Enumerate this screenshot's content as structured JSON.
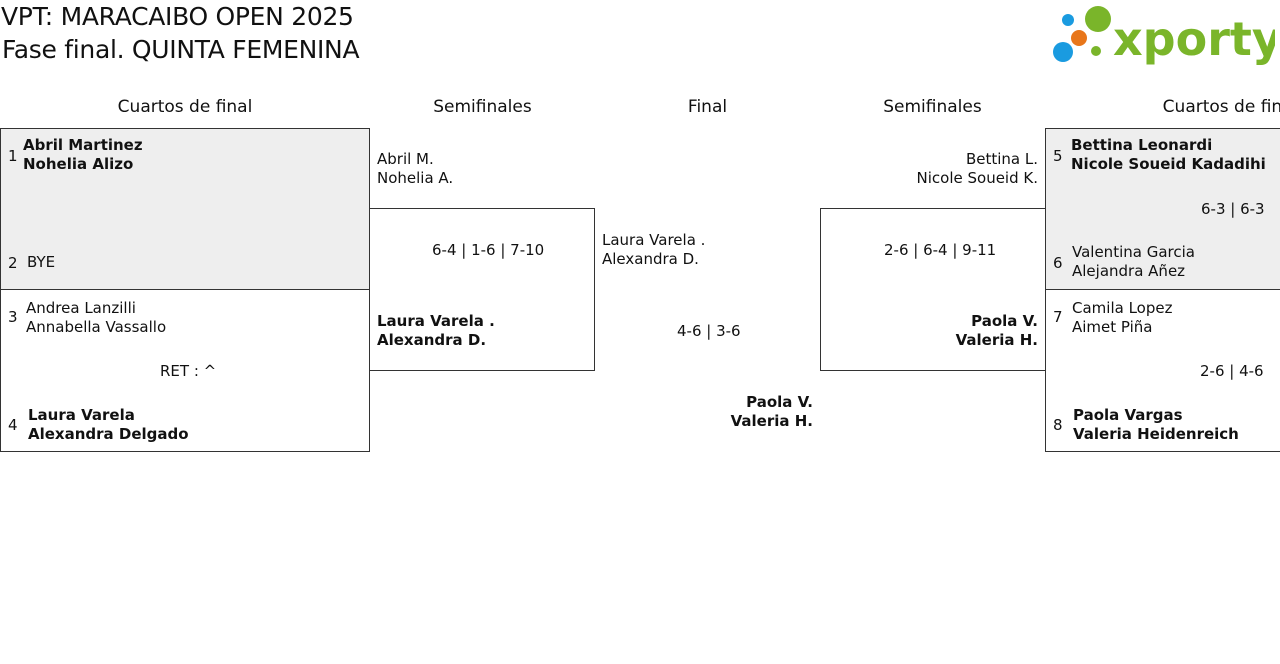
{
  "header": {
    "title_line1": "VPT: MARACAIBO OPEN 2025",
    "title_line2": "Fase final. QUINTA FEMENINA",
    "logo_text": "xporty",
    "logo_colors": {
      "green": "#7ab52a",
      "blue": "#1a9be0",
      "orange": "#e8761a"
    }
  },
  "columns": {
    "left_qf": "Cuartos de final",
    "left_sf": "Semifinales",
    "final": "Final",
    "right_sf": "Semifinales",
    "right_qf": "Cuartos de final"
  },
  "left_qf": {
    "match1": {
      "seed_a": "1",
      "a1": "Abril Martinez",
      "a2": "Nohelia Alizo",
      "seed_b": "2",
      "b1": "BYE",
      "score": ""
    },
    "match2": {
      "seed_a": "3",
      "a1": "Andrea Lanzilli",
      "a2": "Annabella Vassallo",
      "seed_b": "4",
      "b1": "Laura Varela",
      "b2": "Alexandra Delgado",
      "score": "RET : ^"
    }
  },
  "left_sf": {
    "top1": "Abril M.",
    "top2": "Nohelia A.",
    "score": "6-4 | 1-6 | 7-10",
    "bot1": "Laura Varela .",
    "bot2": "Alexandra D."
  },
  "final": {
    "top1": "Laura Varela .",
    "top2": "Alexandra D.",
    "score": "4-6 | 3-6",
    "bot1": "Paola V.",
    "bot2": "Valeria H."
  },
  "right_sf": {
    "top1": "Bettina L.",
    "top2": "Nicole Soueid K.",
    "score": "2-6 | 6-4 | 9-11",
    "bot1": "Paola V.",
    "bot2": "Valeria H."
  },
  "right_qf": {
    "match1": {
      "seed_a": "5",
      "a1": "Bettina Leonardi",
      "a2": "Nicole Soueid Kadadihi",
      "seed_b": "6",
      "b1": "Valentina Garcia",
      "b2": "Alejandra Añez",
      "score": "6-3 | 6-3"
    },
    "match2": {
      "seed_a": "7",
      "a1": "Camila Lopez",
      "a2": "Aimet Piña",
      "seed_b": "8",
      "b1": "Paola Vargas",
      "b2": "Valeria Heidenreich",
      "score": "2-6 | 4-6"
    }
  }
}
